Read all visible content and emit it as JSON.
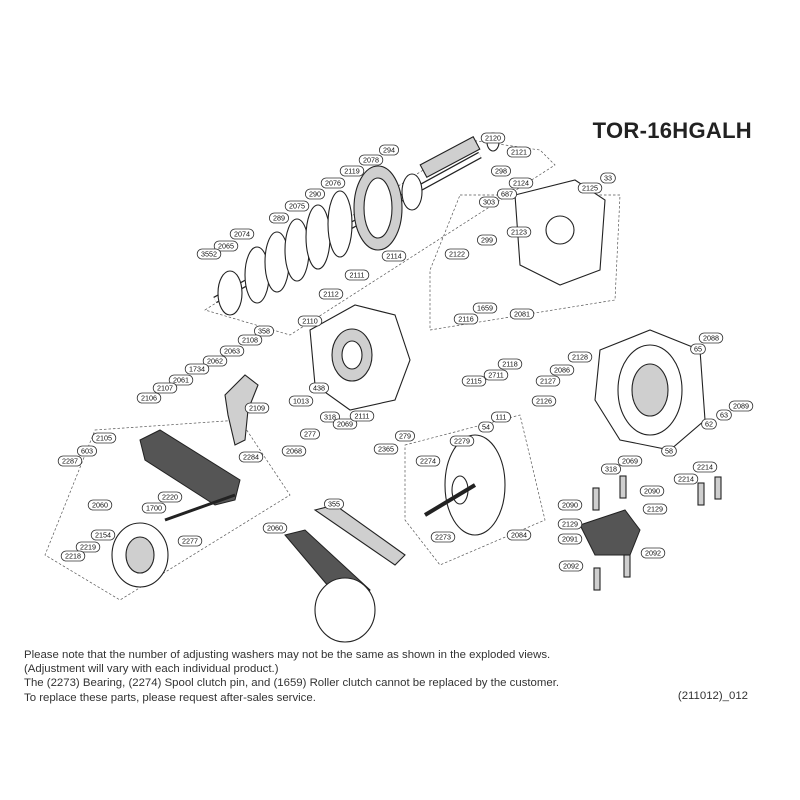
{
  "model": "TOR-16HGALH",
  "part_numbers": [
    "2120",
    "294",
    "2121",
    "298",
    "2078",
    "2119",
    "2076",
    "290",
    "2075",
    "289",
    "2074",
    "2065",
    "3552",
    "2124",
    "687",
    "303",
    "2125",
    "33",
    "2123",
    "2122",
    "299",
    "2114",
    "2111",
    "2112",
    "2110",
    "358",
    "2108",
    "2063",
    "2062",
    "1734",
    "2061",
    "2107",
    "2106",
    "2109",
    "1013",
    "438",
    "318",
    "277",
    "2068",
    "2069",
    "2111",
    "279",
    "2365",
    "2081",
    "1659",
    "2116",
    "2115",
    "2711",
    "2118",
    "2128",
    "2086",
    "2127",
    "2126",
    "2088",
    "65",
    "2089",
    "63",
    "62",
    "58",
    "2069",
    "318",
    "111",
    "54",
    "2279",
    "2274",
    "2273",
    "2084",
    "2105",
    "603",
    "2287",
    "2060",
    "2220",
    "1700",
    "2154",
    "2219",
    "2218",
    "2277",
    "2284",
    "355",
    "2060",
    "2214",
    "2214",
    "2090",
    "2090",
    "2129",
    "2129",
    "2091",
    "2092",
    "2092"
  ],
  "notes": [
    "Please note that the number of adjusting washers may not be the same as shown in the exploded views.",
    "(Adjustment will vary with each individual product.)",
    "The (2273) Bearing, (2274) Spool clutch pin, and (1659) Roller clutch cannot be replaced by the customer.",
    "To replace these parts, please request after-sales service."
  ],
  "code": "(211012)_012"
}
